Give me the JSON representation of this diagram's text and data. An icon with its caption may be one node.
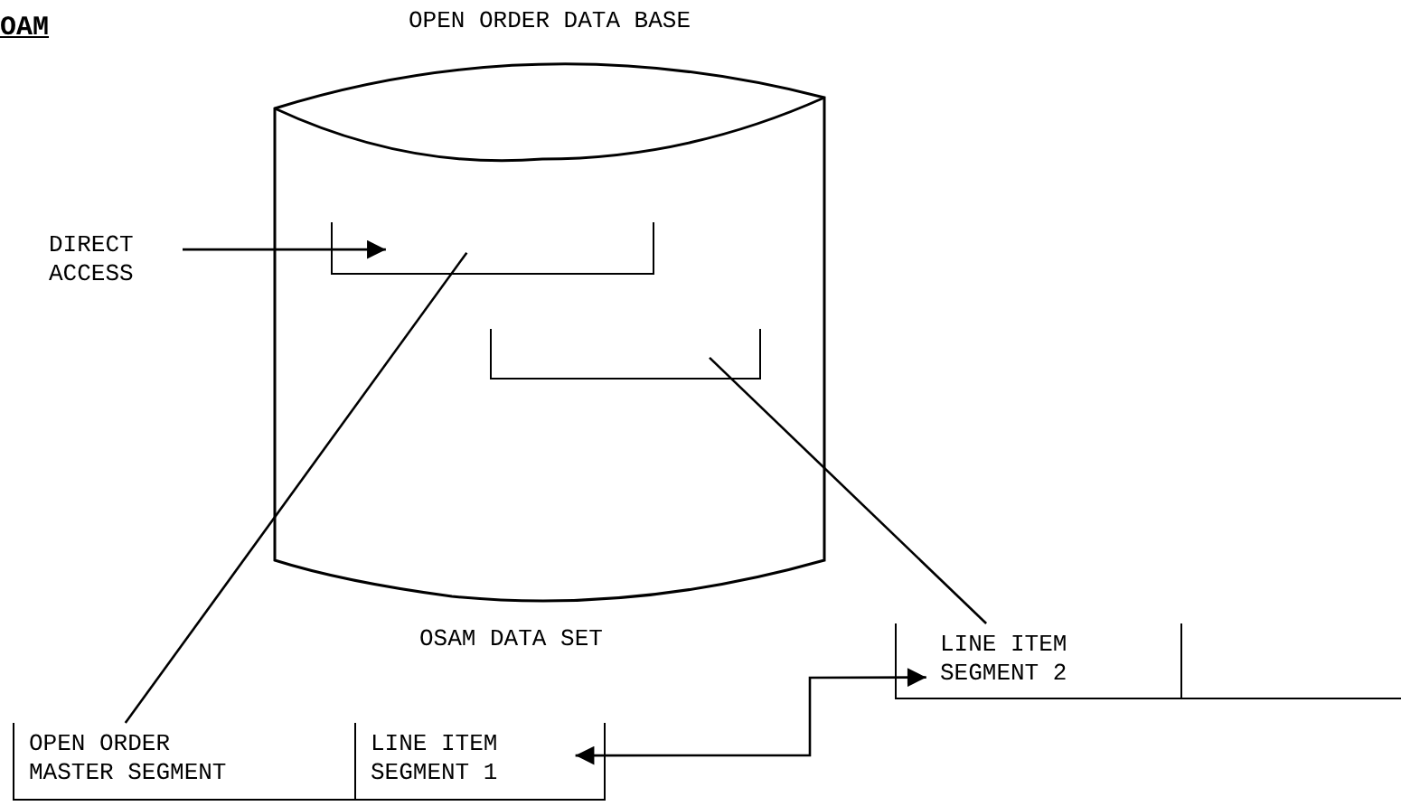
{
  "diagram": {
    "title": "OAM",
    "nodes": [
      {
        "text": [
          "OPEN ORDER DATA BASE"
        ],
        "beside": [
          "OSAM DATA SET"
        ]
      },
      {
        "text": [
          "DIRECT ACCESS"
        ]
      },
      {
        "text": [],
        "shape": "box",
        "in": 0
      },
      {
        "text": [],
        "shape": "box",
        "in": 0
      },
      {
        "text": [
          "OPEN ORDER MASTER SEGMENT"
        ]
      },
      {
        "text": [
          "LINE ITEM SEGMENT 1"
        ]
      },
      {
        "text": [
          "LINE ITEM SEGMENT 2"
        ]
      },
      {
        "text": [],
        "shape": "box"
      }
    ],
    "edges": [
      {
        "from": 1,
        "to": 2,
        "arrow": "to"
      },
      {
        "from": 4,
        "to": 2,
        "arrow": "none"
      },
      {
        "from": 6,
        "to": 3,
        "arrow": "none"
      },
      {
        "from": 5,
        "to": 6,
        "arrow": "both"
      }
    ]
  }
}
